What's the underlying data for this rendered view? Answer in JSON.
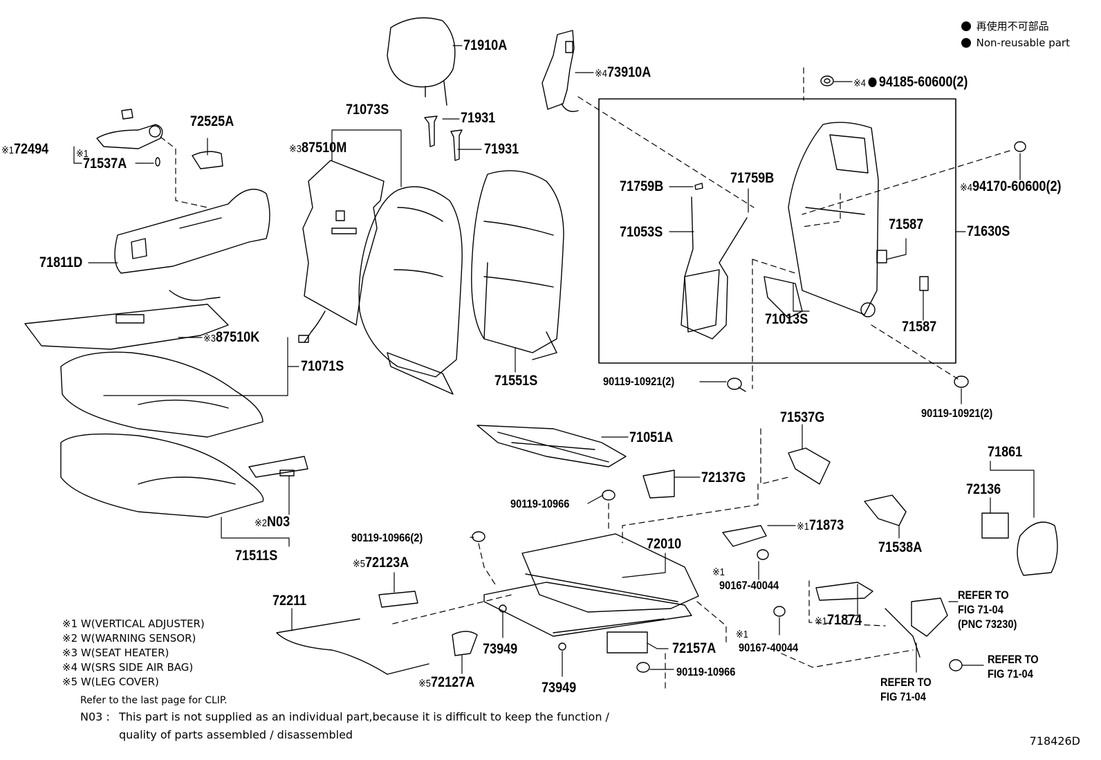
{
  "legend": {
    "jp": "再使用不可部品",
    "en": "Non-reusable part"
  },
  "parts": [
    {
      "id": "p71910A",
      "text": "71910A"
    },
    {
      "id": "p73910A",
      "text": "73910A",
      "mark": "※4"
    },
    {
      "id": "p94185",
      "text": "94185-60600(2)",
      "mark": "※4",
      "dot": true
    },
    {
      "id": "p71073S",
      "text": "71073S"
    },
    {
      "id": "p71931a",
      "text": "71931"
    },
    {
      "id": "p71931b",
      "text": "71931"
    },
    {
      "id": "p72525A",
      "text": "72525A"
    },
    {
      "id": "p72494",
      "text": "72494",
      "mark": "※1"
    },
    {
      "id": "p71537A",
      "text": "71537A",
      "mark": "※1"
    },
    {
      "id": "p87510M",
      "text": "87510M",
      "mark": "※3"
    },
    {
      "id": "p94170",
      "text": "94170-60600(2)",
      "mark": "※4"
    },
    {
      "id": "p71759Ba",
      "text": "71759B"
    },
    {
      "id": "p71759Bb",
      "text": "71759B"
    },
    {
      "id": "p71053S",
      "text": "71053S"
    },
    {
      "id": "p71587a",
      "text": "71587"
    },
    {
      "id": "p71630S",
      "text": "71630S"
    },
    {
      "id": "p71811D",
      "text": "71811D"
    },
    {
      "id": "p71013S",
      "text": "71013S"
    },
    {
      "id": "p71587b",
      "text": "71587"
    },
    {
      "id": "p87510K",
      "text": "87510K",
      "mark": "※3"
    },
    {
      "id": "p71071S",
      "text": "71071S"
    },
    {
      "id": "p71551S",
      "text": "71551S"
    },
    {
      "id": "p90119a",
      "text": "90119-10921(2)"
    },
    {
      "id": "p90119b",
      "text": "90119-10921(2)"
    },
    {
      "id": "p71537G",
      "text": "71537G"
    },
    {
      "id": "p71051A",
      "text": "71051A"
    },
    {
      "id": "p71861",
      "text": "71861"
    },
    {
      "id": "p72137G",
      "text": "72137G"
    },
    {
      "id": "p72136",
      "text": "72136"
    },
    {
      "id": "pN03",
      "text": "N03",
      "mark": "※2"
    },
    {
      "id": "p90119c",
      "text": "90119-10966"
    },
    {
      "id": "p71873",
      "text": "71873",
      "mark": "※1"
    },
    {
      "id": "p71538A",
      "text": "71538A"
    },
    {
      "id": "p90119d",
      "text": "90119-10966(2)"
    },
    {
      "id": "p72010",
      "text": "72010"
    },
    {
      "id": "p71511S",
      "text": "71511S"
    },
    {
      "id": "p72123A",
      "text": "72123A",
      "mark": "※5"
    },
    {
      "id": "p90167a",
      "text": "90167-40044",
      "mark": "※1"
    },
    {
      "id": "p72211",
      "text": "72211"
    },
    {
      "id": "p71874",
      "text": "71874",
      "mark": "※1"
    },
    {
      "id": "p73949a",
      "text": "73949"
    },
    {
      "id": "p90167b",
      "text": "90167-40044",
      "mark": "※1"
    },
    {
      "id": "p72157A",
      "text": "72157A"
    },
    {
      "id": "p90119e",
      "text": "90119-10966"
    },
    {
      "id": "p72127A",
      "text": "72127A",
      "mark": "※5"
    },
    {
      "id": "p73949b",
      "text": "73949"
    }
  ],
  "refs": [
    {
      "id": "r1",
      "lines": [
        "REFER TO",
        "FIG 71-04",
        "(PNC 73230)"
      ]
    },
    {
      "id": "r2",
      "lines": [
        "REFER TO",
        "FIG 71-04"
      ]
    },
    {
      "id": "r3",
      "lines": [
        "REFER TO",
        "FIG 71-04"
      ]
    }
  ],
  "notes": [
    {
      "mark": "※1",
      "text": "W(VERTICAL ADJUSTER)"
    },
    {
      "mark": "※2",
      "text": "W(WARNING SENSOR)"
    },
    {
      "mark": "※3",
      "text": "W(SEAT HEATER)"
    },
    {
      "mark": "※4",
      "text": "W(SRS SIDE AIR BAG)"
    },
    {
      "mark": "※5",
      "text": "W(LEG COVER)"
    }
  ],
  "footer": {
    "clip": "Refer to the last page for CLIP.",
    "n03_label": "N03 :",
    "n03_line1": "This part is not supplied as an individual part,because it is difficult to keep the function /",
    "n03_line2": "quality of parts assembled / disassembled",
    "code": "718426D"
  }
}
